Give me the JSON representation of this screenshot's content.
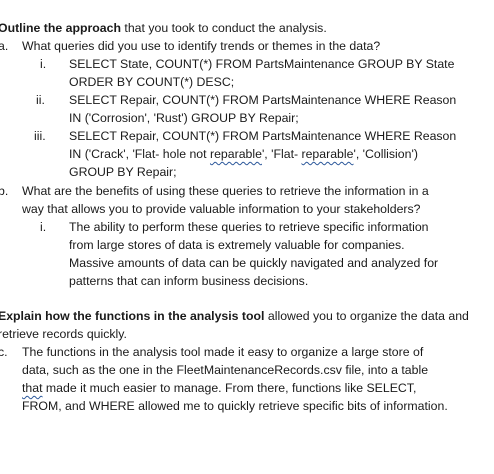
{
  "section1": {
    "heading_bold": "Outline the approach",
    "heading_rest": " that you took to conduct the analysis.",
    "item_a": {
      "marker": "a.",
      "text": "What queries did you use to identify trends or themes in the data?",
      "subitems": [
        {
          "marker": "i.",
          "lines": [
            "SELECT State, COUNT(*) FROM PartsMaintenance GROUP BY State",
            "ORDER BY COUNT(*) DESC;"
          ]
        },
        {
          "marker": "ii.",
          "lines": [
            "SELECT Repair, COUNT(*) FROM PartsMaintenance WHERE Reason",
            "IN ('Corrosion', 'Rust') GROUP BY Repair;"
          ]
        },
        {
          "marker": "iii.",
          "line1": "SELECT Repair, COUNT(*) FROM PartsMaintenance WHERE Reason",
          "line2_a": "IN ('Crack', 'Flat- hole not ",
          "line2_sq1": "reparable",
          "line2_b": "', 'Flat- ",
          "line2_sq2": "reparable",
          "line2_c": "', 'Collision')",
          "line3": "GROUP BY Repair;"
        }
      ]
    },
    "item_b": {
      "marker": "b.",
      "lines": [
        "What are the benefits of using these queries to retrieve the information in a",
        "way that allows you to provide valuable information to your stakeholders?"
      ],
      "subitems": [
        {
          "marker": "i.",
          "lines": [
            "The ability to perform these queries to retrieve specific information",
            "from large stores of data is extremely valuable for companies.",
            "Massive amounts of data can be quickly navigated and analyzed for",
            "patterns that can inform business decisions."
          ]
        }
      ]
    }
  },
  "section2": {
    "heading_bold": "Explain how the functions in the analysis tool",
    "heading_rest": " allowed you to organize the data and",
    "heading_line2": "retrieve records quickly.",
    "item_c": {
      "marker": "c.",
      "line1": "The functions in the analysis tool made it easy to organize a large store of",
      "line2": "data, such as the one in the FleetMaintenanceRecords.csv file, into a table",
      "line3_sq": "that",
      "line3_rest": " made it much easier to manage. From there, functions like SELECT,",
      "line4": "FROM, and WHERE allowed me to quickly retrieve specific bits of information."
    }
  }
}
